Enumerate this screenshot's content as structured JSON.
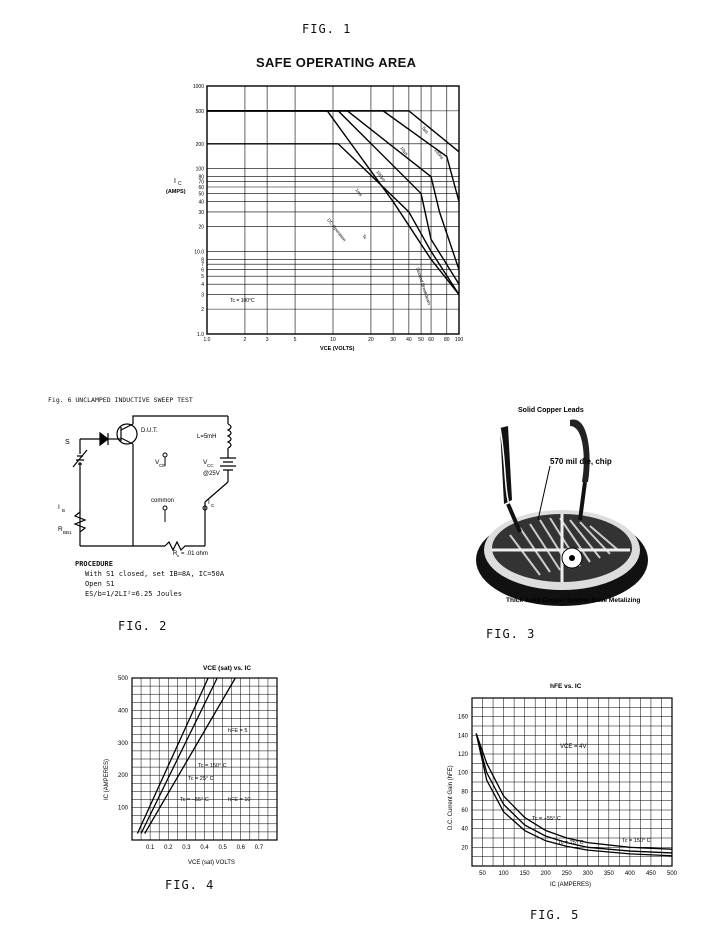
{
  "page": {
    "fig1_caption": "FIG. 1",
    "fig2_caption": "FIG. 2",
    "fig3_caption": "FIG. 3",
    "fig4_caption": "FIG. 4",
    "fig5_caption": "FIG. 5"
  },
  "fig1": {
    "title": "SAFE OPERATING AREA",
    "ylabel_main": "I",
    "ylabel_sub": "C",
    "ylabel_unit": "(AMPS)",
    "xlabel": "VCE (VOLTS)",
    "condition": "Tc = 100°C",
    "y_ticks": [
      "1000",
      "500",
      "200",
      "100",
      "80",
      "70",
      "60",
      "50",
      "40",
      "30",
      "20",
      "10.0",
      "8",
      "7",
      "6",
      "5",
      "4",
      "3",
      "2",
      "1.0"
    ],
    "x_ticks": [
      "1.0",
      "2",
      "3",
      "5",
      "10",
      "20",
      "30",
      "40",
      "50",
      "60",
      "80",
      "100"
    ],
    "curve_labels": [
      "DC Operation",
      "Tc",
      "1ms",
      "100µs",
      "10µs",
      "5µs",
      "100ns",
      "Second Breakdown"
    ]
  },
  "fig2": {
    "heading": "Fig. 6  UNCLAMPED INDUCTIVE SWEEP TEST",
    "s1": "S",
    "dut": "D.U.T.",
    "inductor": "L=5mH",
    "vce": "V",
    "vce_sub": "CE",
    "vcc": "V",
    "vcc_sub": "CC",
    "vcc_val": "@25V",
    "common": "common",
    "ic": "I",
    "ic_sub": "C",
    "ib": "I",
    "ib_sub": "B",
    "rbb": "R",
    "rbb_sub": "BB1",
    "rs": "R",
    "rs_sub": "s",
    "rs_val": " = .01 ohm",
    "proc_title": "PROCEDURE",
    "proc_1": "With S1 closed, set IB=8A, IC=50A",
    "proc_2": "Open S1",
    "proc_3": "ES/b=1/2LI²=6.25 Joules"
  },
  "fig3": {
    "label_leads": "Solid Copper Leads",
    "label_chip": "570 mil die, chip",
    "label_metal": "Thick Solid Copper Emitter-Base Metalizing"
  },
  "fig4": {
    "title": "VCE (sat) vs. IC",
    "ylabel": "IC (AMPERES)",
    "xlabel": "VCE (sat) VOLTS",
    "y_ticks": [
      "500",
      "400",
      "300",
      "200",
      "100"
    ],
    "x_ticks": [
      "0.1",
      "0.2",
      "0.3",
      "0.4",
      "0.5",
      "0.6",
      "0.7"
    ],
    "ann_hfe5": "hFE = 5",
    "ann_150": "Tc = 150° C",
    "ann_25": "Tc = 25° C",
    "ann_m55": "Tc = −55° C",
    "ann_hfe10": "hFE = 10"
  },
  "fig5": {
    "title": "hFE vs. IC",
    "ylabel": "D.C. Current Gain (hFE)",
    "xlabel": "IC (AMPERES)",
    "condition": "VCE = 4V",
    "y_ticks": [
      "160",
      "140",
      "120",
      "100",
      "80",
      "60",
      "40",
      "20"
    ],
    "x_ticks": [
      "50",
      "100",
      "150",
      "200",
      "250",
      "300",
      "350",
      "400",
      "450",
      "500"
    ],
    "ann_m55": "Tc = −55° C",
    "ann_25": "Tc = 25° C",
    "ann_150": "Tc = 150° C"
  }
}
